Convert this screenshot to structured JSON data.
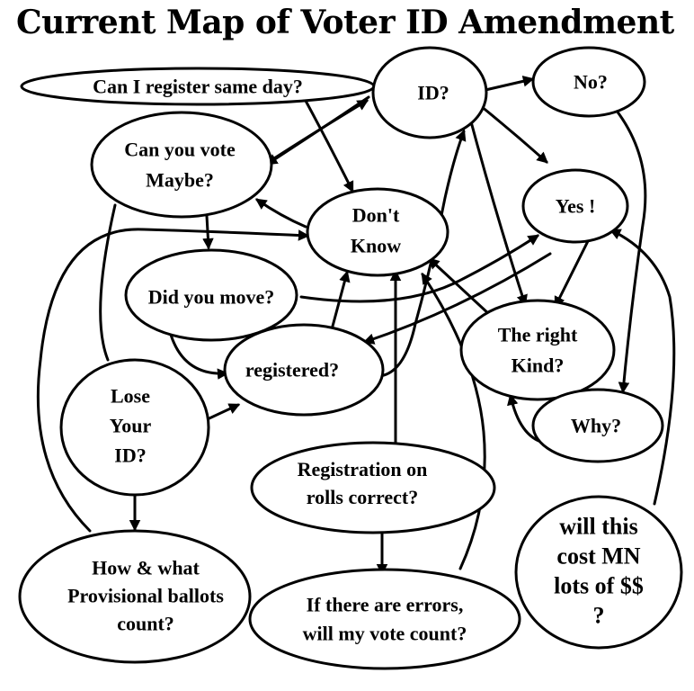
{
  "title": "Current Map of Voter ID Amendment",
  "nodes": {
    "register_same_day": [
      "Can I register same day?"
    ],
    "id": [
      "ID?"
    ],
    "no": [
      "No?"
    ],
    "can_you_vote": [
      "Can you vote",
      "Maybe?"
    ],
    "dont_know": [
      "Don't",
      "Know"
    ],
    "yes": [
      "Yes !"
    ],
    "did_you_move": [
      "Did you move?"
    ],
    "registered": [
      "registered?"
    ],
    "right_kind": [
      "The right",
      "Kind?"
    ],
    "why": [
      "Why?"
    ],
    "lose_id": [
      "Lose",
      "Your",
      "ID?"
    ],
    "registration_rolls": [
      "Registration on",
      "rolls correct?"
    ],
    "cost_mn": [
      "will this",
      "cost MN",
      "lots of $$",
      "?"
    ],
    "provisional_ballots": [
      "How & what",
      "Provisional ballots",
      "count?"
    ],
    "errors_vote": [
      "If there are errors,",
      "will my vote count?"
    ]
  }
}
